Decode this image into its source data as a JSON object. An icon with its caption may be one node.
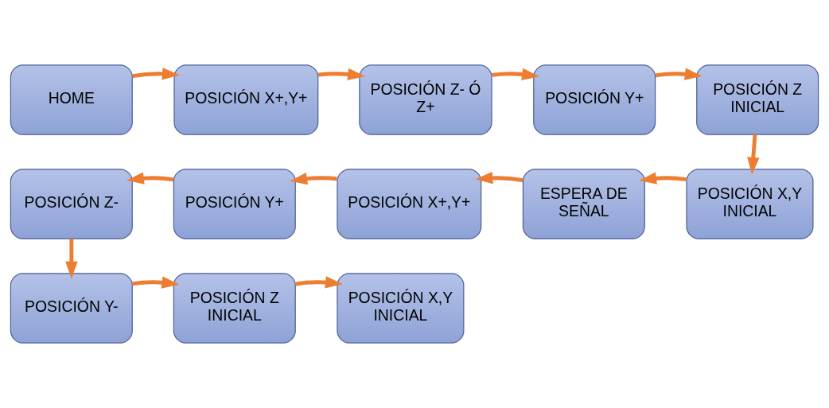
{
  "diagram": {
    "nodes": [
      {
        "text": [
          "HOME"
        ]
      },
      {
        "text": [
          "POSICIÓN X+,Y+"
        ]
      },
      {
        "text": [
          "POSICIÓN Z- Ó Z+"
        ]
      },
      {
        "text": [
          "POSICIÓN Y+"
        ]
      },
      {
        "text": [
          "POSICIÓN Z INICIAL"
        ]
      },
      {
        "text": [
          "POSICIÓN X,Y INICIAL"
        ]
      },
      {
        "text": [
          "ESPERA DE SEÑAL"
        ]
      },
      {
        "text": [
          "POSICIÓN X+,Y+"
        ]
      },
      {
        "text": [
          "POSICIÓN Y+"
        ]
      },
      {
        "text": [
          "POSICIÓN Z-"
        ]
      },
      {
        "text": [
          "POSICIÓN Y-"
        ]
      },
      {
        "text": [
          "POSICIÓN Z INICIAL"
        ]
      },
      {
        "text": [
          "POSICIÓN X,Y INICIAL"
        ]
      }
    ],
    "edges": [
      {
        "from": 0,
        "to": 1,
        "arrow": "to"
      },
      {
        "from": 1,
        "to": 2,
        "arrow": "to"
      },
      {
        "from": 2,
        "to": 3,
        "arrow": "to"
      },
      {
        "from": 3,
        "to": 4,
        "arrow": "to"
      },
      {
        "from": 4,
        "to": 5,
        "arrow": "to"
      },
      {
        "from": 5,
        "to": 6,
        "arrow": "to"
      },
      {
        "from": 6,
        "to": 7,
        "arrow": "to"
      },
      {
        "from": 7,
        "to": 8,
        "arrow": "to"
      },
      {
        "from": 8,
        "to": 9,
        "arrow": "to"
      },
      {
        "from": 9,
        "to": 10,
        "arrow": "to"
      },
      {
        "from": 10,
        "to": 11,
        "arrow": "to"
      },
      {
        "from": 11,
        "to": 12,
        "arrow": "to"
      }
    ]
  }
}
